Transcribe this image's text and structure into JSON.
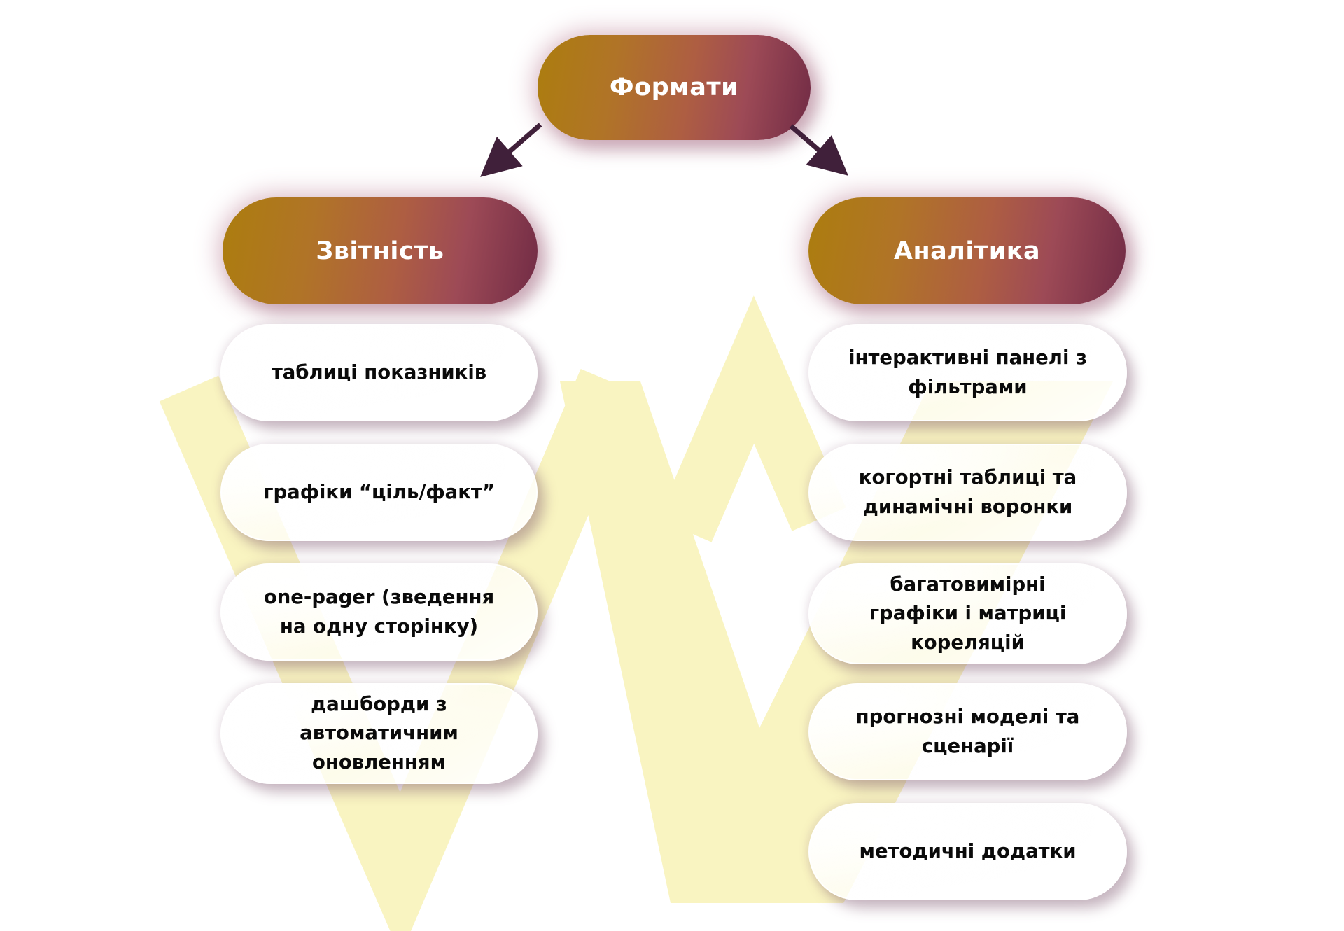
{
  "diagram": {
    "root": {
      "label": "Формати"
    },
    "branches": [
      {
        "label": "Звітність",
        "items": [
          "таблиці показників",
          "графіки “ціль/факт”",
          "one-pager (зведення на одну сторінку)",
          "дашборди з автоматичним оновленням"
        ]
      },
      {
        "label": "Аналітика",
        "items": [
          "інтерактивні панелі з фільтрами",
          "когортні таблиці та динамічні воронки",
          "багатовимірні графіки і матриці кореляцій",
          "прогнозні моделі та сценарії",
          "методичні додатки"
        ]
      }
    ],
    "colors": {
      "header_gradient_start": "#AC7D0E",
      "header_gradient_end": "#712B45",
      "arrow": "#40203A",
      "watermark": "#F9F4C1",
      "leaf_text": "#0A0A0A",
      "header_text": "#FFFFFF"
    }
  }
}
